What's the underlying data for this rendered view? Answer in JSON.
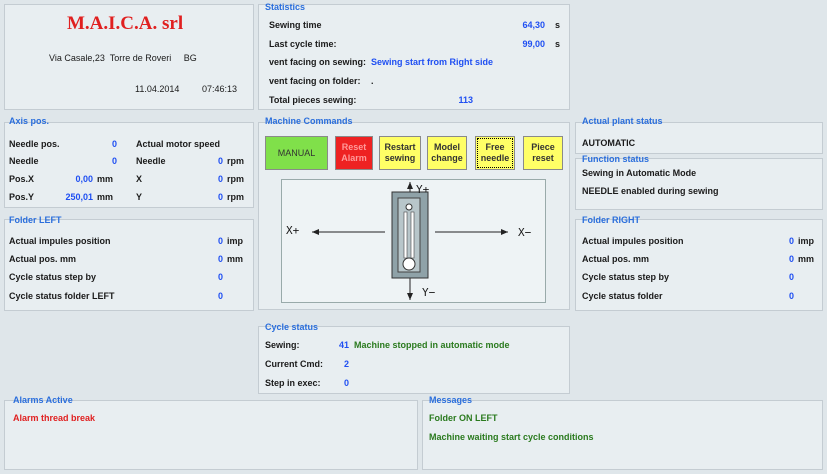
{
  "header": {
    "company": "M.A.I.C.A. srl",
    "address": "Via Casale,23  Torre de Roveri     BG",
    "date": "11.04.2014",
    "time": "07:46:13"
  },
  "statistics": {
    "title": "Statistics",
    "sewing_time_label": "Sewing time",
    "sewing_time_value": "64,30",
    "sewing_time_unit": "s",
    "last_cycle_label": "Last cycle time:",
    "last_cycle_value": "99,00",
    "last_cycle_unit": "s",
    "vent_sewing_label": "vent facing on sewing:",
    "vent_sewing_value": "Sewing start from Right side",
    "vent_folder_label": "vent facing on folder:",
    "vent_folder_value": ".",
    "total_pieces_label": "Total pieces sewing:",
    "total_pieces_value": "113"
  },
  "axis": {
    "title": "Axis pos.",
    "needle_pos_label": "Needle pos.",
    "needle_pos_value": "0",
    "motor_speed_label": "Actual motor speed",
    "needle_label": "Needle",
    "needle_value": "0",
    "needle2_label": "Needle",
    "needle2_value": "0",
    "needle2_unit": "rpm",
    "posx_label": "Pos.X",
    "posx_value": "0,00",
    "posx_unit": "mm",
    "x_label": "X",
    "x_value": "0",
    "x_unit": "rpm",
    "posy_label": "Pos.Y",
    "posy_value": "250,01",
    "posy_unit": "mm",
    "y_label": "Y",
    "y_value": "0",
    "y_unit": "rpm"
  },
  "folder_left": {
    "title": "Folder LEFT",
    "impulses_label": "Actual impules position",
    "impulses_value": "0",
    "impulses_unit": "imp",
    "pos_label": "Actual pos. mm",
    "pos_value": "0",
    "pos_unit": "mm",
    "step_label": "Cycle status step by",
    "step_value": "0",
    "folder_label": "Cycle status folder LEFT",
    "folder_value": "0"
  },
  "machine_commands": {
    "title": "Machine Commands",
    "buttons": {
      "manual": "MANUAL",
      "reset_alarm": "Reset\nAlarm",
      "restart_sewing": "Restart\nsewing",
      "model_change": "Model\nchange",
      "free_needle": "Free\nneedle",
      "piece_reset": "Piece\nreset"
    },
    "colors": {
      "yellow": "#ffff66",
      "green": "#80e04a",
      "red": "#ee2222"
    },
    "diagram": {
      "y_plus": "Y+",
      "y_minus": "Y−",
      "x_plus": "X+",
      "x_minus": "X−"
    }
  },
  "plant_status": {
    "title": "Actual plant status",
    "value": "AUTOMATIC"
  },
  "function_status": {
    "title": "Function status",
    "line1": "Sewing in Automatic Mode",
    "line2": "NEEDLE enabled during sewing"
  },
  "folder_right": {
    "title": "Folder RIGHT",
    "impulses_label": "Actual impules position",
    "impulses_value": "0",
    "impulses_unit": "imp",
    "pos_label": "Actual pos. mm",
    "pos_value": "0",
    "pos_unit": "mm",
    "step_label": "Cycle status step by",
    "step_value": "0",
    "folder_label": "Cycle status folder",
    "folder_value": "0"
  },
  "cycle_status": {
    "title": "Cycle status",
    "sewing_label": "Sewing:",
    "sewing_value": "41",
    "sewing_text": "Machine stopped in automatic mode",
    "cmd_label": "Current Cmd:",
    "cmd_value": "2",
    "step_label": "Step in exec:",
    "step_value": "0"
  },
  "alarms": {
    "title": "Alarms Active",
    "items": [
      "Alarm thread break"
    ]
  },
  "messages": {
    "title": "Messages",
    "items": [
      "Folder ON LEFT",
      "Machine waiting start cycle conditions"
    ]
  }
}
